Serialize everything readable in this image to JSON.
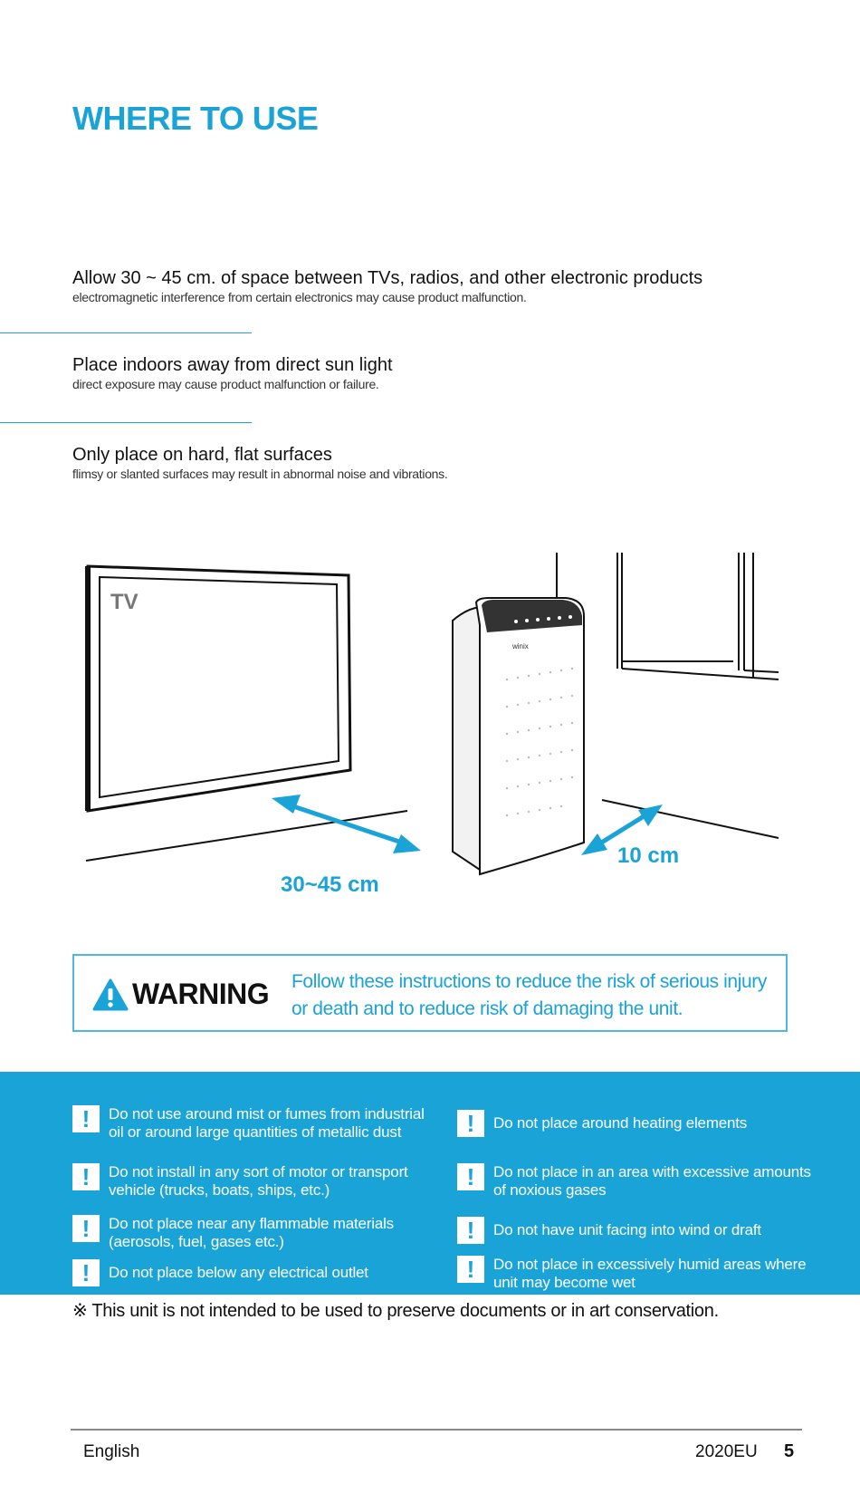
{
  "page": {
    "title": "WHERE TO USE"
  },
  "guidelines": [
    {
      "title": "Allow 30 ~ 45 cm. of space between TVs, radios, and other electronic products",
      "desc": "electromagnetic interference from certain electronics may cause product  malfunction."
    },
    {
      "title": "Place indoors away from direct sun light",
      "desc": "direct exposure may cause product malfunction or failure."
    },
    {
      "title": "Only place on hard, flat surfaces",
      "desc": "flimsy or slanted surfaces may result in abnormal noise and vibrations."
    }
  ],
  "illustration": {
    "tv_label": "TV",
    "tv_distance": "30~45 cm",
    "wall_distance": "10 cm"
  },
  "warning": {
    "label": "WARNING",
    "text": "Follow these instructions  to reduce the risk of serious injury or death and to reduce risk of damaging the unit."
  },
  "warnings": {
    "left": [
      "Do not use around mist or fumes from industrial oil or around large quantities of metallic dust",
      "Do not install in any sort of motor or transport vehicle (trucks, boats, ships, etc.)",
      "Do not place near any flammable materials (aerosols, fuel, gases etc.)",
      "Do not place below any electrical outlet"
    ],
    "right": [
      "Do not place around heating elements",
      "Do not place in an area with excessive amounts of noxious gases",
      "Do not have unit facing into wind or draft",
      "Do not place in excessively humid areas where unit may become wet"
    ]
  },
  "note": "※ This unit is not intended to be used to preserve documents or in art conservation.",
  "footer": {
    "language": "English",
    "model": "2020EU",
    "page_number": "5"
  },
  "colors": {
    "accent": "#1aa3d6",
    "band": "#1aa3d6"
  }
}
